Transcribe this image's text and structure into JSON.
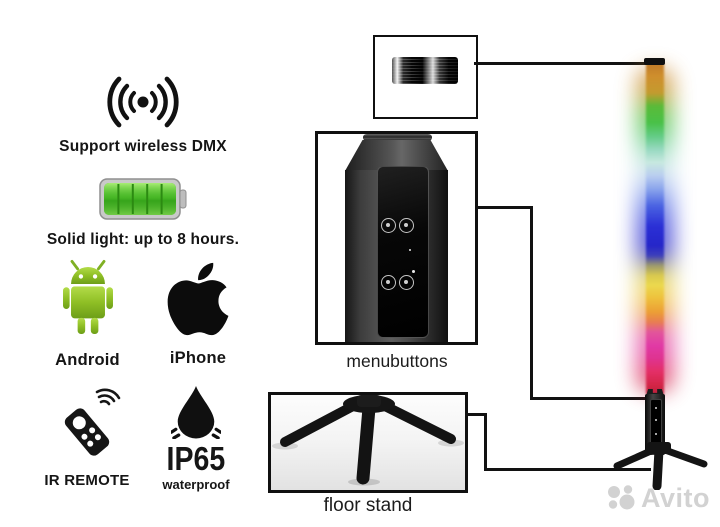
{
  "features": {
    "wireless_dmx": {
      "label": "Support wireless DMX",
      "icon": "wireless-signal-icon"
    },
    "battery": {
      "label": "Solid light: up to 8 hours.",
      "icon": "battery-icon"
    },
    "android": {
      "label": "Android",
      "icon": "android-robot-icon"
    },
    "iphone": {
      "label": "iPhone",
      "icon": "apple-logo-icon"
    },
    "ir_remote": {
      "label": "IR REMOTE",
      "icon": "remote-control-icon"
    },
    "ip65": {
      "label": "IP65",
      "sublabel": "waterproof",
      "icon": "water-drop-icon"
    }
  },
  "callouts": {
    "connector": {
      "content": "threaded-connector-photo"
    },
    "menubuttons": {
      "label": "menubuttons",
      "content": "control-panel-photo"
    },
    "floor_stand": {
      "label": "floor stand",
      "content": "tripod-photo"
    }
  },
  "product": {
    "name": "rgb-tube-light",
    "tube_spectrum_top_to_bottom": [
      "#cf8f2d",
      "#49c148",
      "#97d9c0",
      "#c8e9e0",
      "#8aa4ec",
      "#2b30d6",
      "#ecd94e",
      "#ec9f35",
      "#e13aa6",
      "#e42f66",
      "#bb1f3a"
    ]
  },
  "watermark": {
    "text": "Avito"
  },
  "colors": {
    "line_black": "#121212",
    "battery_green": "#4cb82a",
    "android_green": "#8fbf25",
    "watermark_gray": "#d2d2d2",
    "background": "#ffffff"
  }
}
